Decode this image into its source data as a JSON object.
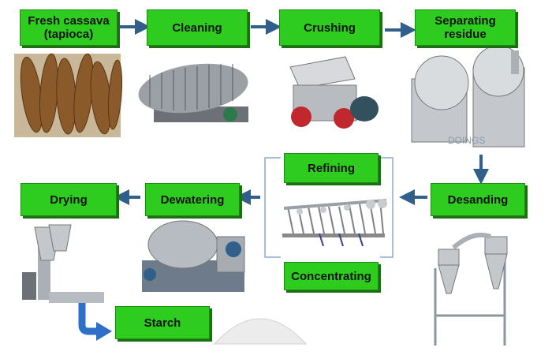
{
  "colors": {
    "box_fill": "#2ecc1f",
    "box_border": "#1e8a14",
    "arrow": "#2f5f8a",
    "bracket": "#8ea9c9"
  },
  "steps": {
    "fresh_cassava": "Fresh cassava\n(tapioca)",
    "cleaning": "Cleaning",
    "crushing": "Crushing",
    "separating_residue": "Separating\nresidue",
    "desanding": "Desanding",
    "refining": "Refining",
    "concentrating": "Concentrating",
    "dewatering": "Dewatering",
    "drying": "Drying",
    "starch": "Starch"
  },
  "illustrations": {
    "cassava": "cassava-roots-photo",
    "cleaning": "drum-washer-photo",
    "crushing": "rasper-photo",
    "separating": "centrifugal-sieves-photo",
    "desanding": "cyclone-desander-photo",
    "refining": "hydrocyclone-station-photo",
    "dewatering": "vacuum-filter-photo",
    "drying": "flash-dryer-photo",
    "starch": "starch-powder-photo"
  },
  "watermark": "DOINGS"
}
